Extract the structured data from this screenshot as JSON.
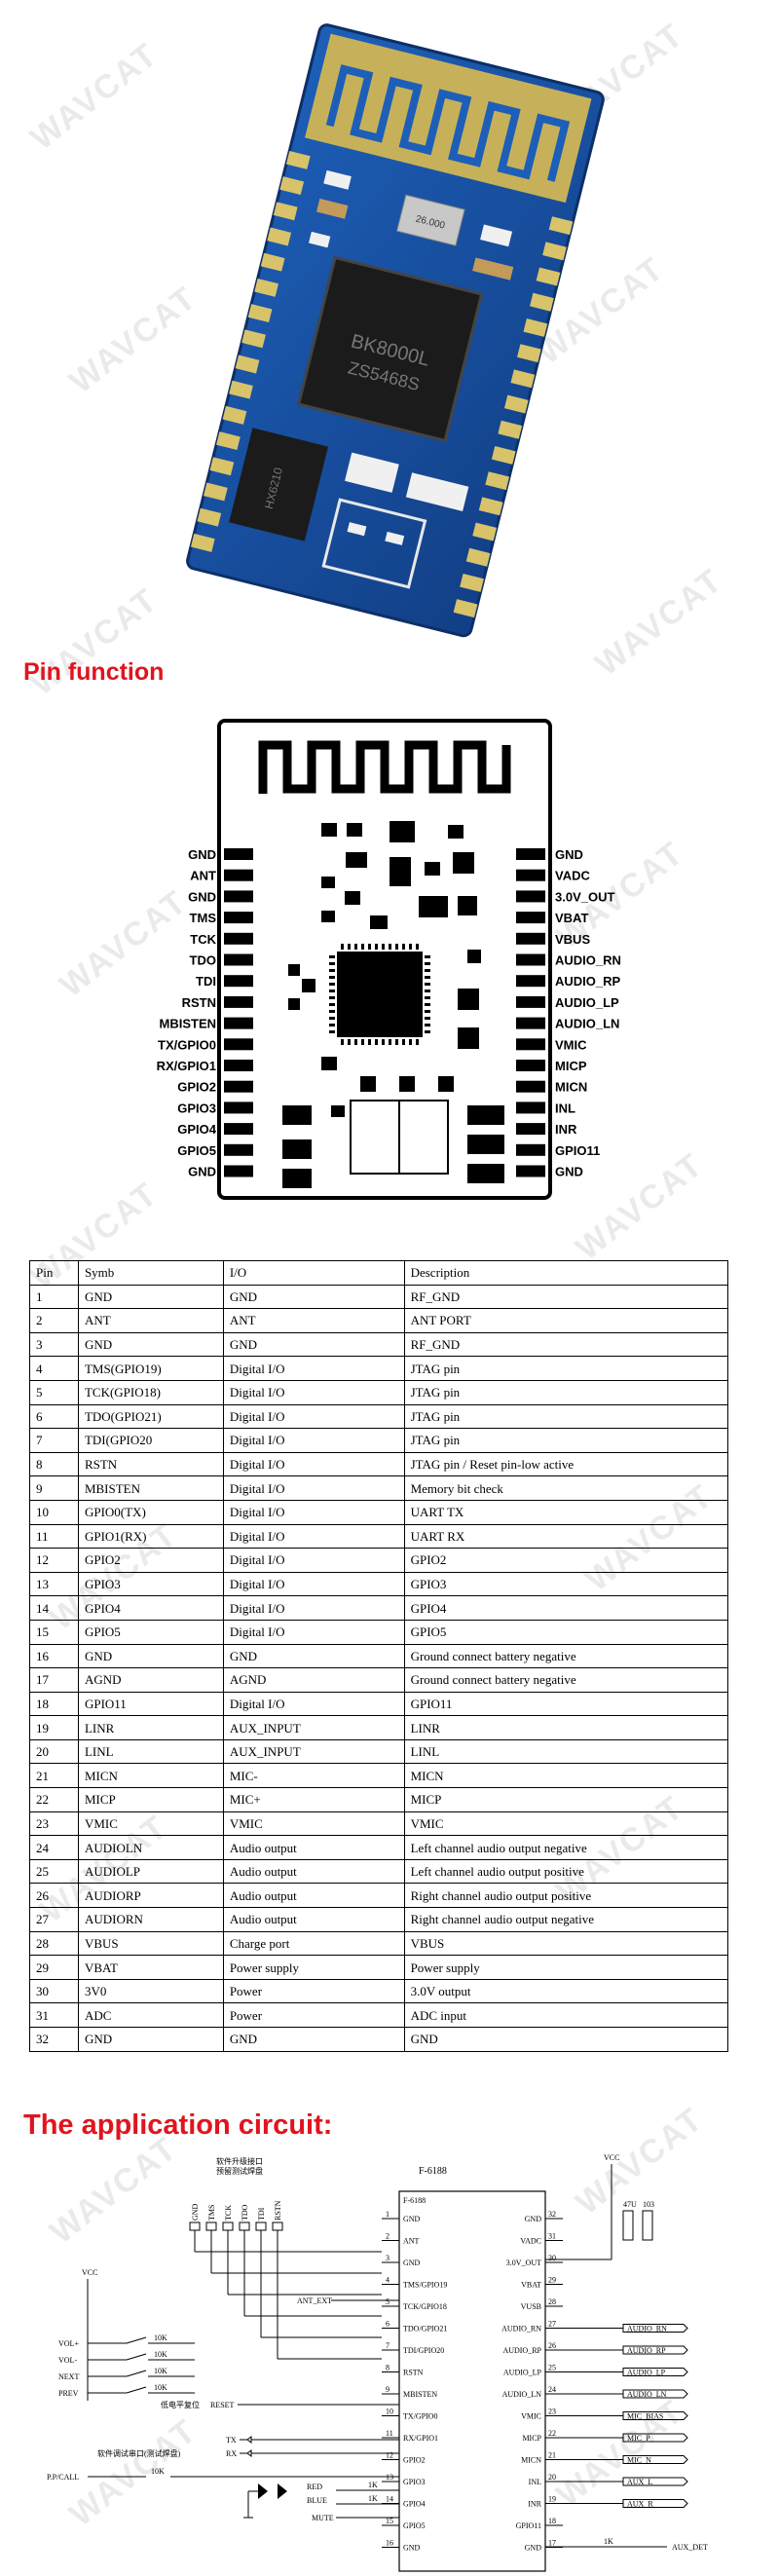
{
  "watermark": "WAVCAT",
  "module": {
    "chip_lines": [
      "BK8000L",
      "ZS5468S"
    ],
    "crystal_text": "26.000",
    "regulator_text": "HX6210"
  },
  "pin_function": {
    "heading": "Pin function",
    "left_pins": [
      "GND",
      "ANT",
      "GND",
      "TMS",
      "TCK",
      "TDO",
      "TDI",
      "RSTN",
      "MBISTEN",
      "TX/GPIO0",
      "RX/GPIO1",
      "GPIO2",
      "GPIO3",
      "GPIO4",
      "GPIO5",
      "GND"
    ],
    "right_pins": [
      "GND",
      "VADC",
      "3.0V_OUT",
      "VBAT",
      "VBUS",
      "AUDIO_RN",
      "AUDIO_RP",
      "AUDIO_LP",
      "AUDIO_LN",
      "VMIC",
      "MICP",
      "MICN",
      "INL",
      "INR",
      "GPIO11",
      "GND"
    ]
  },
  "pin_table": {
    "headers": [
      "Pin",
      "Symb",
      "I/O",
      "Description"
    ],
    "rows": [
      [
        "1",
        "GND",
        "GND",
        "RF_GND"
      ],
      [
        "2",
        "ANT",
        "ANT",
        "ANT PORT"
      ],
      [
        "3",
        "GND",
        "GND",
        "RF_GND"
      ],
      [
        "4",
        "TMS(GPIO19)",
        "Digital I/O",
        "JTAG pin"
      ],
      [
        "5",
        "TCK(GPIO18)",
        "Digital I/O",
        "JTAG pin"
      ],
      [
        "6",
        "TDO(GPIO21)",
        "Digital I/O",
        "JTAG pin"
      ],
      [
        "7",
        "TDI(GPIO20",
        "Digital I/O",
        "JTAG pin"
      ],
      [
        "8",
        "RSTN",
        "Digital I/O",
        "JTAG pin / Reset pin-low active"
      ],
      [
        "9",
        "MBISTEN",
        "Digital I/O",
        "Memory bit check"
      ],
      [
        "10",
        "GPIO0(TX)",
        "Digital I/O",
        "UART TX"
      ],
      [
        "11",
        "GPIO1(RX)",
        "Digital I/O",
        "UART RX"
      ],
      [
        "12",
        "GPIO2",
        "Digital I/O",
        "GPIO2"
      ],
      [
        "13",
        "GPIO3",
        "Digital I/O",
        "GPIO3"
      ],
      [
        "14",
        "GPIO4",
        "Digital I/O",
        "GPIO4"
      ],
      [
        "15",
        "GPIO5",
        "Digital I/O",
        "GPIO5"
      ],
      [
        "16",
        "GND",
        "GND",
        "Ground connect battery negative"
      ],
      [
        "17",
        "AGND",
        "AGND",
        "Ground connect battery negative"
      ],
      [
        "18",
        "GPIO11",
        "Digital I/O",
        "GPIO11"
      ],
      [
        "19",
        "LINR",
        "AUX_INPUT",
        "LINR"
      ],
      [
        "20",
        "LINL",
        "AUX_INPUT",
        "LINL"
      ],
      [
        "21",
        "MICN",
        "MIC-",
        "MICN"
      ],
      [
        "22",
        "MICP",
        "MIC+",
        "MICP"
      ],
      [
        "23",
        "VMIC",
        "VMIC",
        "VMIC"
      ],
      [
        "24",
        "AUDIOLN",
        "Audio output",
        "Left channel audio output negative"
      ],
      [
        "25",
        "AUDIOLP",
        "Audio output",
        "Left channel audio output positive"
      ],
      [
        "26",
        "AUDIORP",
        "Audio output",
        "Right channel audio output positive"
      ],
      [
        "27",
        "AUDIORN",
        "Audio output",
        "Right channel audio output negative"
      ],
      [
        "28",
        "VBUS",
        "Charge port",
        "VBUS"
      ],
      [
        "29",
        "VBAT",
        "Power supply",
        "Power supply"
      ],
      [
        "30",
        "3V0",
        "Power",
        "3.0V output"
      ],
      [
        "31",
        "ADC",
        "Power",
        "ADC input"
      ],
      [
        "32",
        "GND",
        "GND",
        "GND"
      ]
    ]
  },
  "application": {
    "heading": "The application circuit:",
    "chip_title": "F-6188",
    "chip_name": "F-6188",
    "jtag_note_1": "软件升级接口",
    "jtag_note_2": "预留测试焊盘",
    "jtag_pins": [
      "GND",
      "TMS",
      "TCK",
      "TDO",
      "TDI",
      "RSTN"
    ],
    "vcc_left": "VCC",
    "vcc_right": "VCC",
    "buttons": [
      "VOL+",
      "VOL-",
      "NEXT",
      "PREV"
    ],
    "resistor_10k": "10K",
    "resistor_1k": "1K",
    "reset_label": "RESET",
    "reset_note": "低电平复位",
    "tx": "TX",
    "rx": "RX",
    "uart_note": "软件调试串口(测试焊盘)",
    "ppcall": "P.P/CALL",
    "led_red": "RED",
    "led_blue": "BLUE",
    "mute": "MUTE",
    "ant_ext": "ANT_EXT",
    "cap_value": "47U",
    "cap_value2": "103",
    "aux_det": "AUX_DET",
    "chip_left_pins": [
      "GND",
      "ANT",
      "GND",
      "TMS/GPIO19",
      "TCK/GPIO18",
      "TDO/GPIO21",
      "TDI/GPIO20",
      "RSTN",
      "MBISTEN",
      "TX/GPIO0",
      "RX/GPIO1",
      "GPIO2",
      "GPIO3",
      "GPIO4",
      "GPIO5",
      "GND"
    ],
    "chip_left_nums": [
      "1",
      "2",
      "3",
      "4",
      "5",
      "6",
      "7",
      "8",
      "9",
      "10",
      "11",
      "12",
      "13",
      "14",
      "15",
      "16"
    ],
    "chip_right_pins": [
      "GND",
      "VADC",
      "3.0V_OUT",
      "VBAT",
      "VUSB",
      "AUDIO_RN",
      "AUDIO_RP",
      "AUDIO_LP",
      "AUDIO_LN",
      "VMIC",
      "MICP",
      "MICN",
      "INL",
      "INR",
      "GPIO11",
      "GND"
    ],
    "chip_right_nums": [
      "32",
      "31",
      "30",
      "29",
      "28",
      "27",
      "26",
      "25",
      "24",
      "23",
      "22",
      "21",
      "20",
      "19",
      "18",
      "17"
    ],
    "right_nets": [
      "AUDIO_RN",
      "AUDIO_RP",
      "AUDIO_LP",
      "AUDIO_LN",
      "MIC_BIAS",
      "MIC_P",
      "MIC_N",
      "AUX_L",
      "AUX_R"
    ]
  }
}
